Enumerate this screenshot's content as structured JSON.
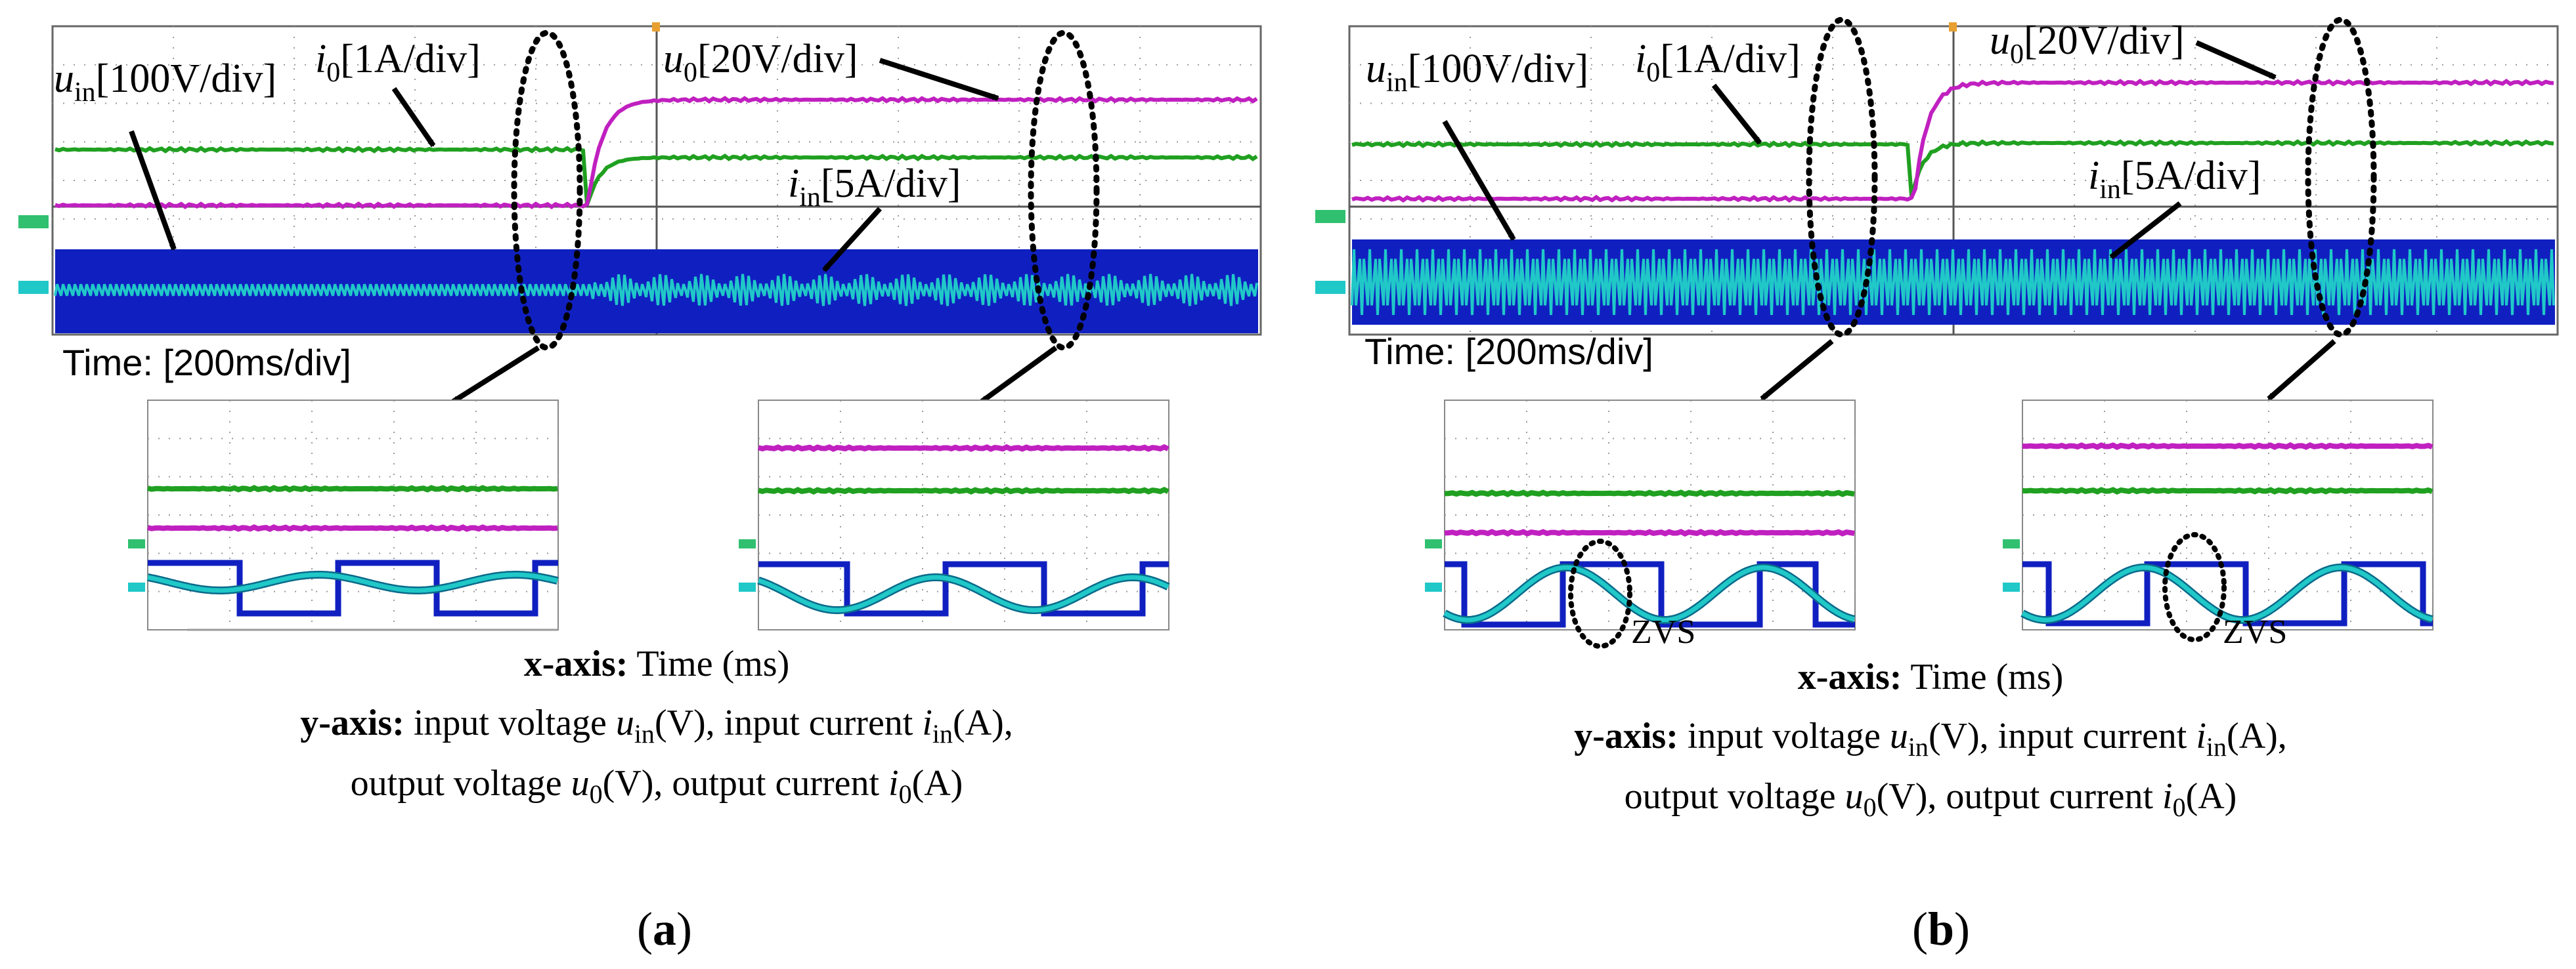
{
  "chart_data": [
    {
      "type": "line",
      "panel_label": "a",
      "time_label": "Time: [200ms/div]",
      "channels": [
        {
          "symbol": "u",
          "sub": "in",
          "scale": "[100V/div]",
          "color": "#1020c0"
        },
        {
          "symbol": "i",
          "sub": "0",
          "scale": "[1A/div]",
          "color": "#20a020"
        },
        {
          "symbol": "u",
          "sub": "0",
          "scale": "[20V/div]",
          "color": "#c020c0"
        },
        {
          "symbol": "i",
          "sub": "in",
          "scale": "[5A/div]",
          "color": "#20c8c8"
        }
      ],
      "zoom_annotations": []
    },
    {
      "type": "line",
      "panel_label": "b",
      "time_label": "Time: [200ms/div]",
      "channels": [
        {
          "symbol": "u",
          "sub": "in",
          "scale": "[100V/div]",
          "color": "#1020c0"
        },
        {
          "symbol": "i",
          "sub": "0",
          "scale": "[1A/div]",
          "color": "#20a020"
        },
        {
          "symbol": "u",
          "sub": "0",
          "scale": "[20V/div]",
          "color": "#c020c0"
        },
        {
          "symbol": "i",
          "sub": "in",
          "scale": "[5A/div]",
          "color": "#20c8c8"
        }
      ],
      "zoom_annotations": [
        "ZVS",
        "ZVS"
      ]
    }
  ],
  "captions": {
    "xaxis_bold": "x-axis:",
    "xaxis_text": " Time (ms)",
    "yaxis_bold": "y-axis:",
    "yaxis_line1": [
      " input voltage ",
      "u",
      "in",
      "(V), input current ",
      "i",
      "in",
      "(A),"
    ],
    "yaxis_line2": [
      "output voltage ",
      "u",
      "0",
      "(V), output current ",
      "i",
      "0",
      "(A)"
    ]
  },
  "panel_labels": {
    "a": "a",
    "b": "b"
  },
  "colors": {
    "uin": "#1020c0",
    "iin": "#20c8c8",
    "u0": "#c020c0",
    "i0": "#20a020",
    "marker": "#30c070",
    "grid": "#9a9a9a"
  }
}
